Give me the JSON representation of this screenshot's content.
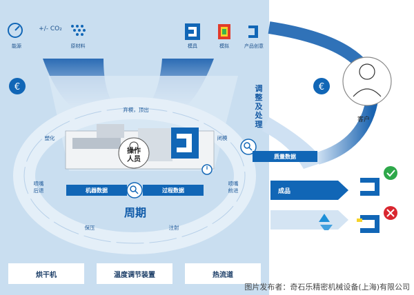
{
  "top_left": {
    "energy_label": "能源",
    "co2_label": "+/- CO₂",
    "raw_material_label": "原材料"
  },
  "top_right": {
    "mold_label": "模具",
    "simulation_label": "模拟",
    "product_idea_label": "产品创意"
  },
  "cycle": {
    "title": "周期",
    "segments": {
      "eject": "弃模，顶出",
      "close": "闭模",
      "nozzle_forward": "喷嘴\n前进",
      "inject": "注射",
      "hold": "保压",
      "nozzle_back": "喷嘴\n后退",
      "plasticize": "塑化"
    }
  },
  "operator_label": "操作\n人员",
  "machine_data_label": "机器数据",
  "process_data_label": "过程数据",
  "quality_data_label": "质量数据",
  "adjust_label": "调整及处理",
  "customer_label": "客户",
  "product_label": "成品",
  "bottom": {
    "dryer": "烘干机",
    "temp_ctrl": "温度调节装置",
    "hot_runner": "热流道"
  },
  "caption": "图片发布者：奇石乐精密机械设备(上海)有限公司",
  "colors": {
    "accent": "#1166b6",
    "light_bg": "#c9def0",
    "ok_green": "#2ea84a",
    "bad_red": "#d9262f"
  }
}
